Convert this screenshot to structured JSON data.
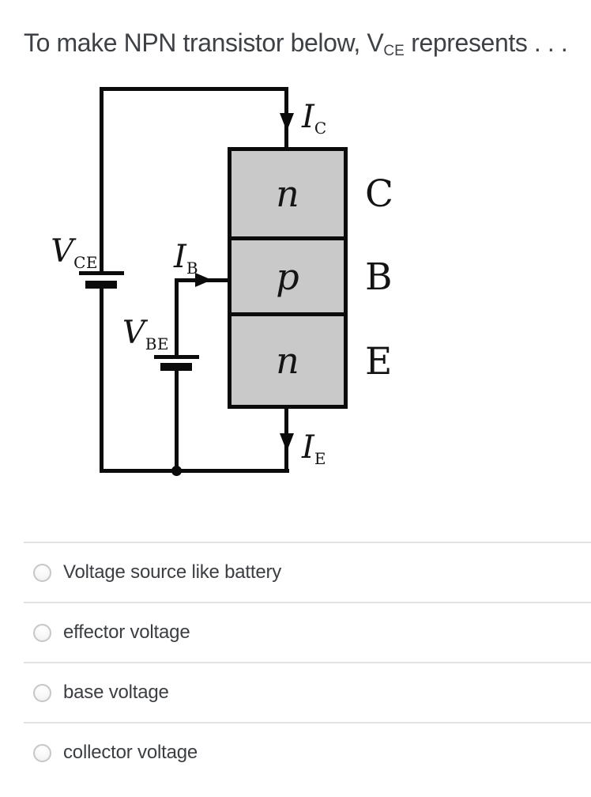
{
  "title": {
    "prefix": "To make NPN transistor below, V",
    "subscript": "CE",
    "suffix": " represents . . ."
  },
  "diagram": {
    "colors": {
      "wire": "#0b0b0b",
      "region_fill": "#c9c9c9",
      "label_text": "#141414"
    },
    "labels": {
      "vce": {
        "main": "V",
        "sub": "CE"
      },
      "vbe": {
        "main": "V",
        "sub": "BE"
      },
      "ib": {
        "main": "I",
        "sub": "B"
      },
      "ic": {
        "main": "I",
        "sub": "C"
      },
      "ie": {
        "main": "I",
        "sub": "E"
      }
    },
    "regions": [
      {
        "type": "n",
        "terminal": "C"
      },
      {
        "type": "p",
        "terminal": "B"
      },
      {
        "type": "n",
        "terminal": "E"
      }
    ]
  },
  "options": [
    {
      "label": "Voltage source like battery"
    },
    {
      "label": "effector voltage"
    },
    {
      "label": "base voltage"
    },
    {
      "label": "collector voltage"
    }
  ],
  "ui_colors": {
    "divider": "#e2e2e2",
    "option_text": "#3b3e42",
    "title_text": "#3e4247",
    "radio_border": "#c7c7c7"
  }
}
